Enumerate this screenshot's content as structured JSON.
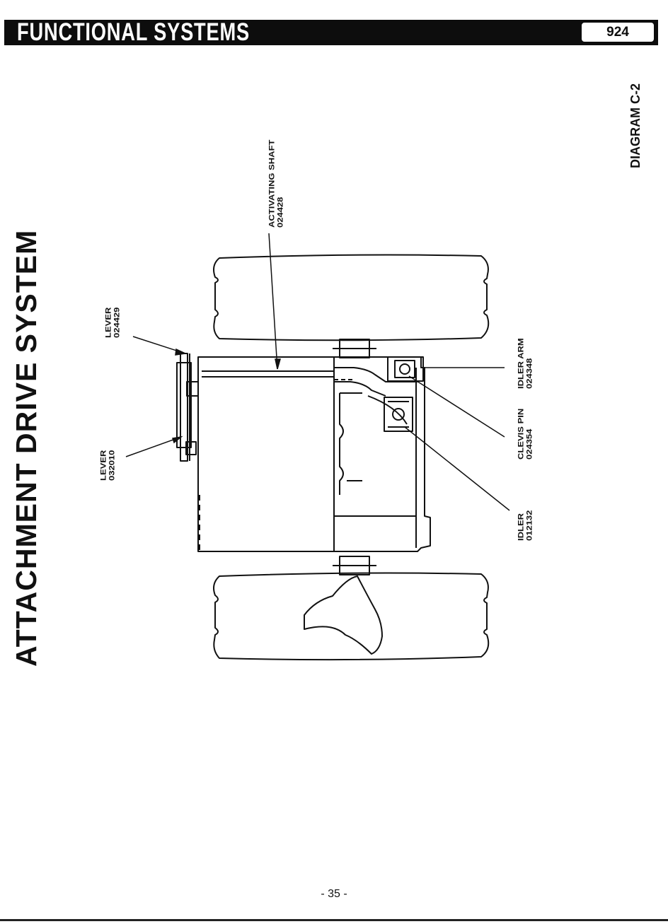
{
  "header": {
    "title": "FUNCTIONAL SYSTEMS",
    "model": "924"
  },
  "side_title": "ATTACHMENT DRIVE SYSTEM",
  "diagram_tag": "DIAGRAM C-2",
  "callouts": {
    "activating_shaft": {
      "name": "ACTIVATING SHAFT",
      "part": "024428"
    },
    "lever_upper": {
      "name": "LEVER",
      "part": "024429"
    },
    "lever_lower": {
      "name": "LEVER",
      "part": "032010"
    },
    "idler_arm": {
      "name": "IDLER ARM",
      "part": "024348"
    },
    "clevis_pin": {
      "name": "CLEVIS PIN",
      "part": "024354"
    },
    "idler": {
      "name": "IDLER",
      "part": "012132"
    }
  },
  "footer": {
    "page_number": "- 35 -"
  }
}
